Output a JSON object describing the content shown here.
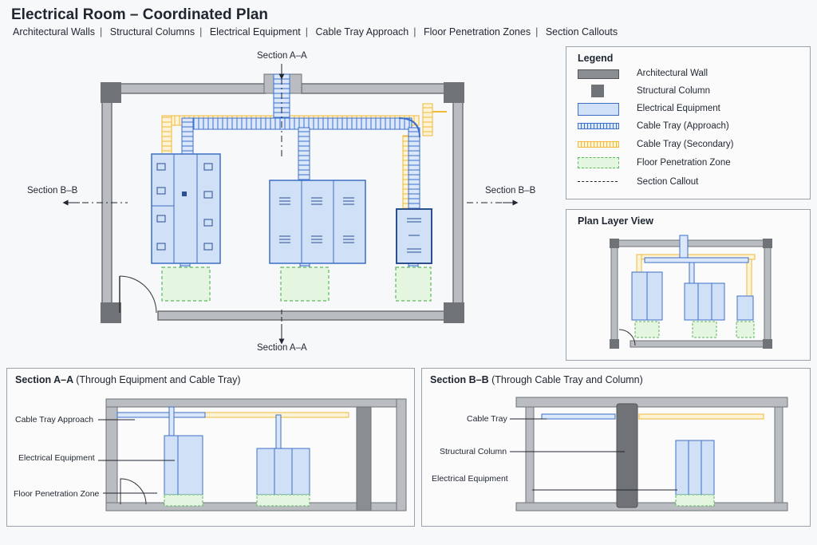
{
  "header": {
    "title": "Electrical Room – Coordinated Plan",
    "layers": [
      "Architectural Walls",
      "Structural Columns",
      "Electrical Equipment",
      "Cable Tray Approach",
      "Floor Penetration Zones",
      "Section Callouts"
    ]
  },
  "plan": {
    "section_a_top": "Section A–A",
    "section_a_bottom": "Section A–A",
    "section_b_left": "Section B–B",
    "section_b_right": "Section B–B"
  },
  "legend": {
    "title": "Legend",
    "items": [
      {
        "label": "Architectural Wall",
        "icon": "wall-swatch"
      },
      {
        "label": "Structural Column",
        "icon": "column-swatch"
      },
      {
        "label": "Electrical Equipment",
        "icon": "equipment-swatch"
      },
      {
        "label": "Cable Tray (Approach)",
        "icon": "tray-approach-swatch"
      },
      {
        "label": "Cable Tray (Secondary)",
        "icon": "tray-secondary-swatch"
      },
      {
        "label": "Floor Penetration Zone",
        "icon": "penetration-swatch"
      },
      {
        "label": "Section Callout",
        "icon": "section-callout-swatch"
      }
    ]
  },
  "plan_layer_view": {
    "title": "Plan Layer View"
  },
  "section_aa": {
    "title_bold": "Section A–A",
    "title_rest": "(Through Equipment and Cable Tray)",
    "labels": [
      "Cable Tray Approach",
      "Electrical Equipment",
      "Floor Penetration Zone"
    ]
  },
  "section_bb": {
    "title_bold": "Section B–B",
    "title_rest": "(Through Cable Tray and Column)",
    "labels": [
      "Cable Tray",
      "Structural Column",
      "Electrical Equipment"
    ]
  },
  "colors": {
    "wall": "#8a8d91",
    "column": "#6f7276",
    "equipment_fill": "#cfe0f7",
    "equipment_stroke": "#3f6fc4",
    "tray_approach": "#3b6fc9",
    "tray_secondary": "#f0b93a",
    "penetration": "#5cb85c"
  }
}
